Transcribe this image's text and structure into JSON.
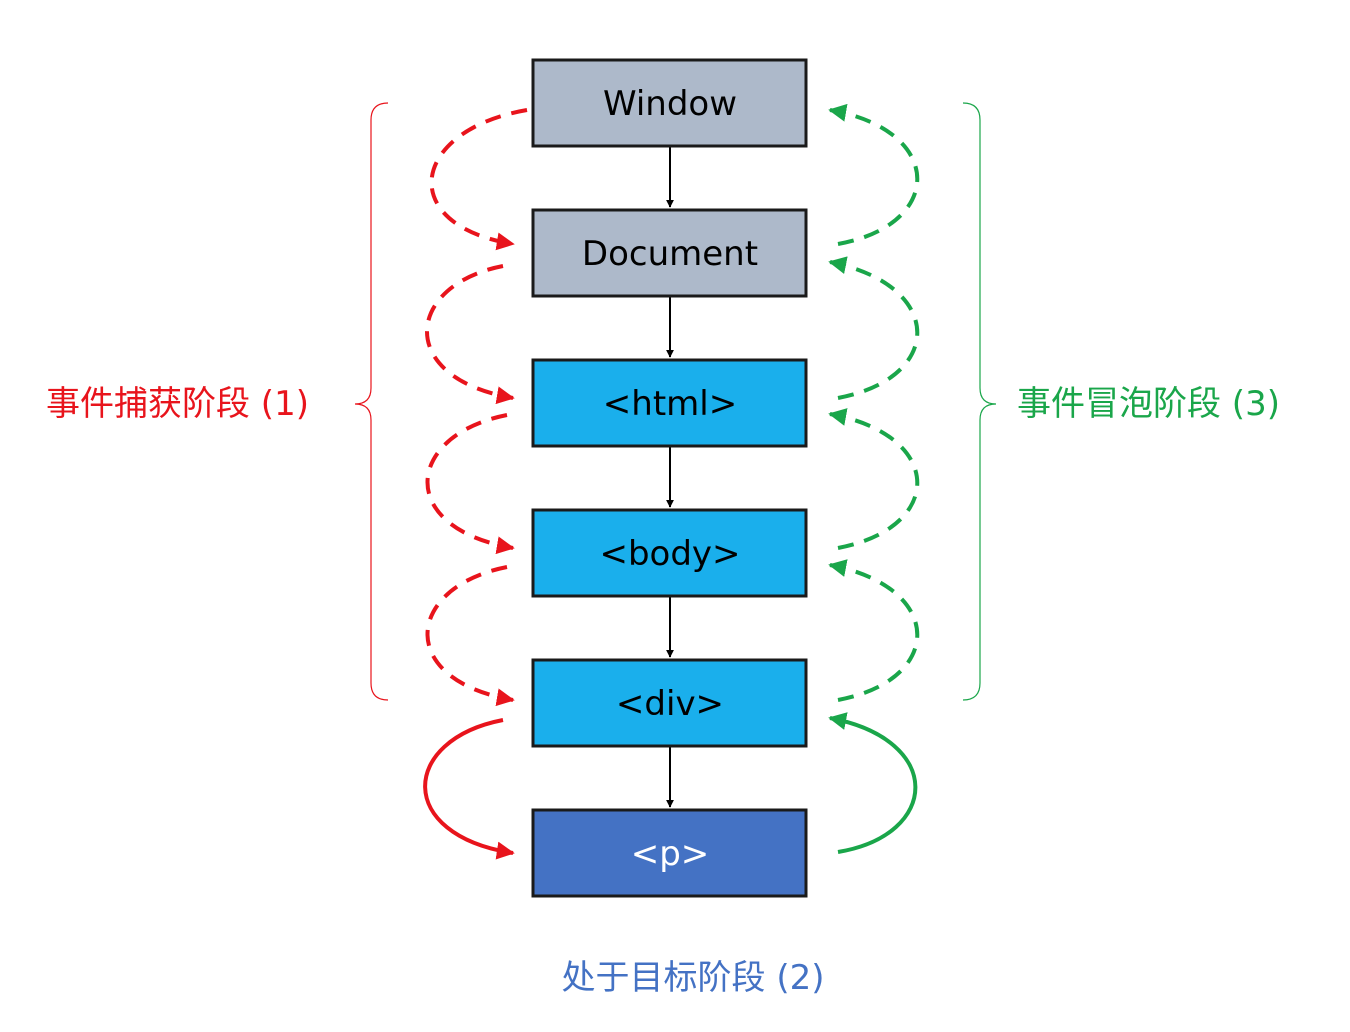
{
  "nodes": [
    {
      "id": "window",
      "label": "Window",
      "fill": "#adb9ca",
      "text_color": "#000000"
    },
    {
      "id": "document",
      "label": "Document",
      "fill": "#adb9ca",
      "text_color": "#000000"
    },
    {
      "id": "html",
      "label": "<html>",
      "fill": "#1aafec",
      "text_color": "#000000"
    },
    {
      "id": "body",
      "label": "<body>",
      "fill": "#1aafec",
      "text_color": "#000000"
    },
    {
      "id": "div",
      "label": "<div>",
      "fill": "#1aafec",
      "text_color": "#000000"
    },
    {
      "id": "p",
      "label": "<p>",
      "fill": "#4472c4",
      "text_color": "#ffffff"
    }
  ],
  "phases": {
    "capture": {
      "label": "事件捕获阶段 (1)",
      "color": "#e8141c"
    },
    "target": {
      "label": "处于目标阶段 (2)",
      "color": "#4472c4"
    },
    "bubble": {
      "label": "事件冒泡阶段 (3)",
      "color": "#1aa64a"
    }
  },
  "colors": {
    "node_border": "#1a1a1a",
    "connector": "#000000"
  }
}
